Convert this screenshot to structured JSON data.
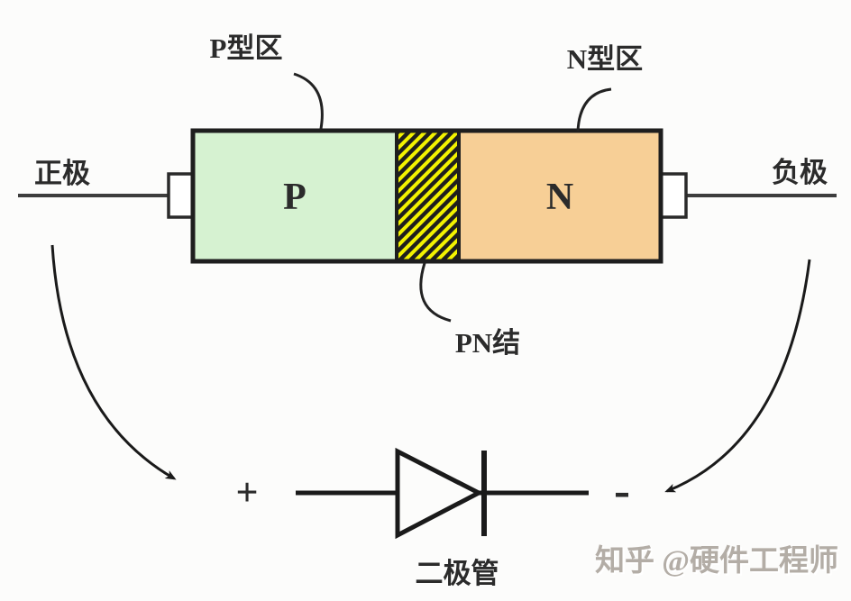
{
  "diagram": {
    "labels": {
      "p_region_label": "P型区",
      "n_region_label": "N型区",
      "positive_terminal": "正极",
      "negative_terminal": "负极",
      "pn_junction_label": "PN结",
      "diode_label": "二极管",
      "p_letter": "P",
      "n_letter": "N",
      "plus_sign": "+",
      "minus_sign": "-"
    },
    "watermark": "知乎 @硬件工程师",
    "colors": {
      "p_region_fill": "#d6f2d1",
      "n_region_fill": "#f7cf96",
      "junction_fill": "#f2f200",
      "box_border": "#1e1e1e",
      "lead_line": "#3d3d3d",
      "p_letter_color": "#1f3d28",
      "n_letter_color": "#4a3413",
      "watermark_color": "#b3ada6"
    }
  }
}
